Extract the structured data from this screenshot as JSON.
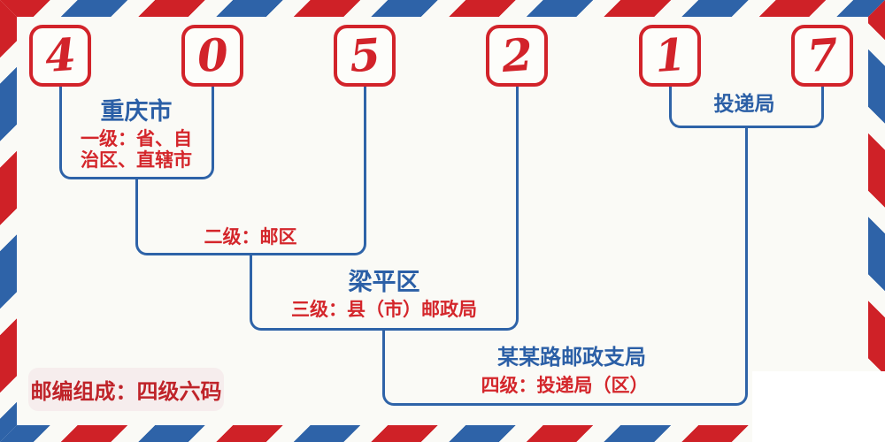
{
  "postal_code": {
    "value": "405217",
    "digits": [
      "4",
      "0",
      "5",
      "2",
      "1",
      "7"
    ]
  },
  "levels": {
    "level1": {
      "name": "重庆市",
      "desc_line1": "一级：省、自",
      "desc_line2": "治区、直辖市"
    },
    "level2": {
      "desc": "二级：邮区"
    },
    "level3": {
      "name": "梁平区",
      "desc": "三级：县（市）邮政局"
    },
    "level4": {
      "name": "某某路邮政支局",
      "desc": "四级：投递局（区）"
    },
    "delivery": {
      "label": "投递局"
    }
  },
  "badge": {
    "text": "邮编组成：四级六码"
  },
  "colors": {
    "accent_red": "#d2232a",
    "accent_blue": "#2e63a8",
    "text_blue": "#2b5fa6",
    "text_red": "#d4262b",
    "badge_bg": "#f6eded",
    "badge_text": "#bf2329",
    "background": "#fafaf6",
    "border_red": "#cf2127",
    "border_blue": "#2e63a8"
  }
}
